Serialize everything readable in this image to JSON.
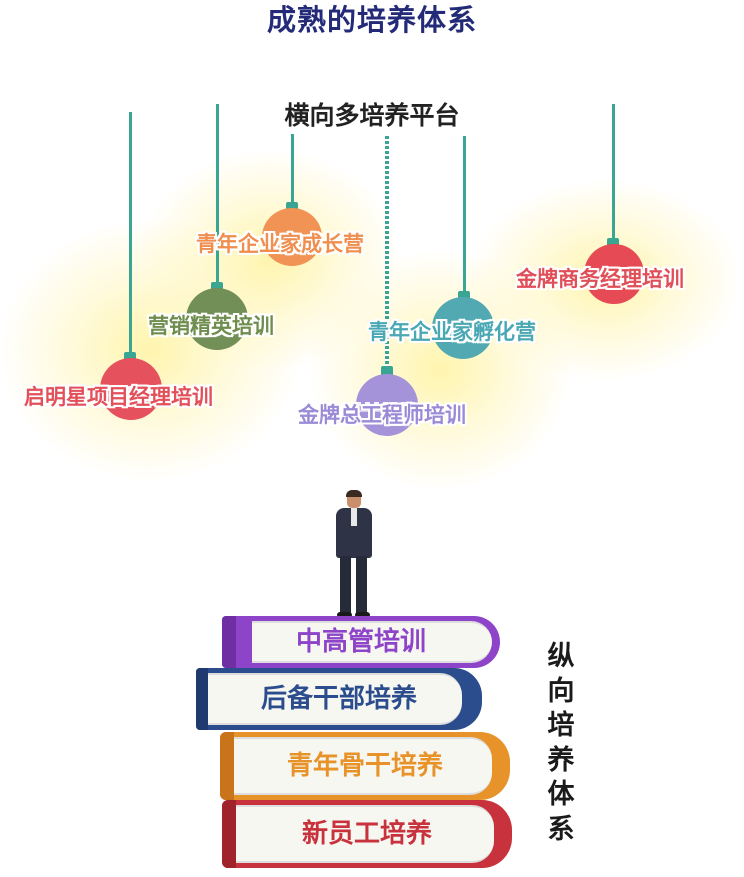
{
  "title": "成熟的培养体系",
  "horizontal": {
    "heading": "横向多培养平台",
    "programs": [
      {
        "label": "青年企业家成长营",
        "color": "#ef8e4f"
      },
      {
        "label": "金牌商务经理培训",
        "color": "#e04e58"
      },
      {
        "label": "营销精英培训",
        "color": "#6f8d4e"
      },
      {
        "label": "青年企业家孵化营",
        "color": "#4aa8b4"
      },
      {
        "label": "启明星项目经理培训",
        "color": "#e2505a"
      },
      {
        "label": "金牌总工程师培训",
        "color": "#9b8ad6"
      }
    ]
  },
  "vertical": {
    "heading": [
      "纵",
      "向",
      "培",
      "养",
      "体",
      "系"
    ],
    "levels": [
      {
        "label": "中高管培训",
        "color": "#8e44c8"
      },
      {
        "label": "后备干部培养",
        "color": "#2b4d8e"
      },
      {
        "label": "青年骨干培养",
        "color": "#e8932a"
      },
      {
        "label": "新员工培养",
        "color": "#c8323c"
      }
    ]
  }
}
